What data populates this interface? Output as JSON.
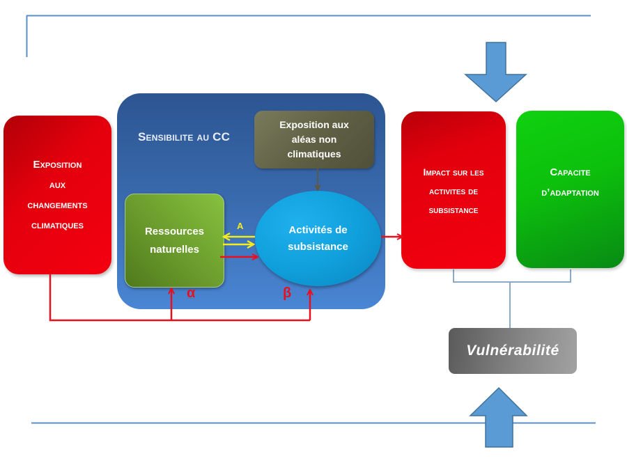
{
  "diagram": {
    "exposition_cc": {
      "line1": "Exposition",
      "line2": "aux",
      "line3": "changements",
      "line4": "climatiques"
    },
    "sensibilite": {
      "title": "Sensibilite au CC"
    },
    "exposition_non_climatique": {
      "line1": "Exposition aux",
      "line2": "aléas non",
      "line3": "climatiques"
    },
    "ressources": {
      "line1": "Ressources",
      "line2": "naturelles"
    },
    "activites": {
      "line1": "Activités de",
      "line2": "subsistance"
    },
    "impact": {
      "line1": "Impact sur les",
      "line2": "activites de",
      "line3": "subsistance"
    },
    "capacite": {
      "line1": "Capacite",
      "line2": "d’adaptation"
    },
    "vulnerabilite": {
      "label": "Vulnérabilité"
    },
    "edge_labels": {
      "a": "A",
      "alpha": "α",
      "beta": "β"
    }
  },
  "colors": {
    "exposure_red": "#e3000c",
    "sensitivity_blue": "#3868ab",
    "resources_green": "#6a9a2c",
    "activities_cyan": "#10a0dc",
    "capacity_green": "#0cc00c",
    "vulnerability_gray": "#858585",
    "frame_line": "#5b8ec9",
    "arrow_blue": "#5b9bd5"
  }
}
